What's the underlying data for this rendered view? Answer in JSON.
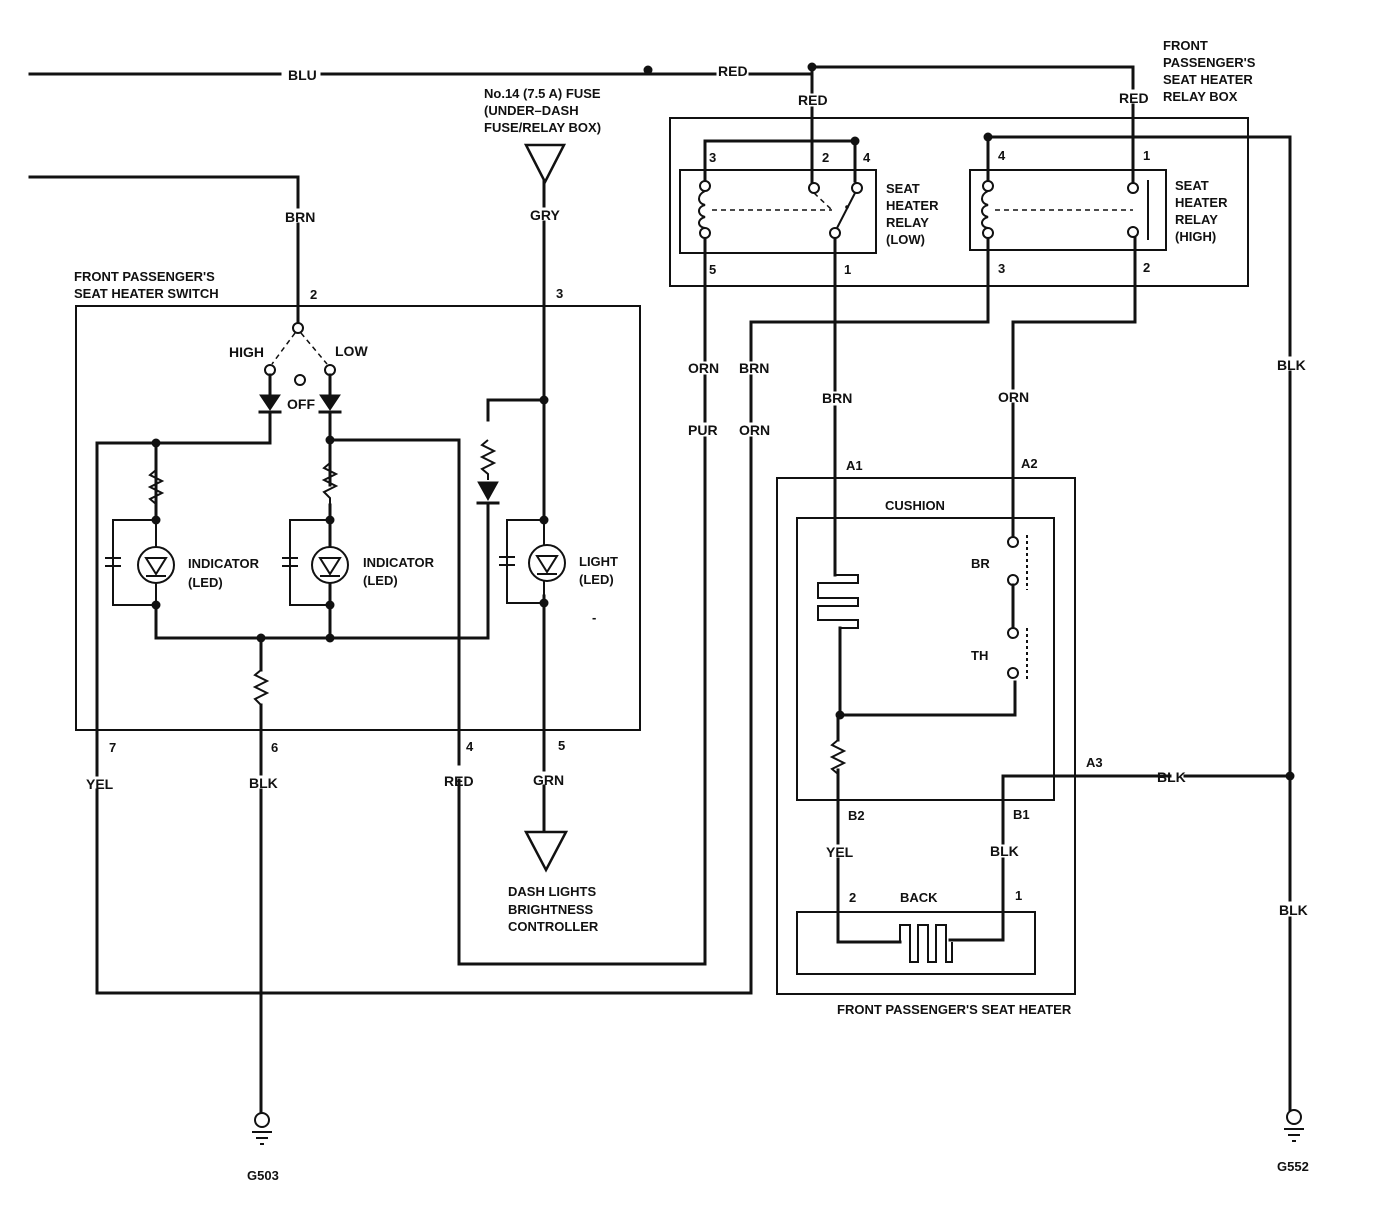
{
  "wire_colors": {
    "blu": "BLU",
    "red_top": "RED",
    "red_relay_low": "RED",
    "red_relay_high": "RED",
    "brn_switch": "BRN",
    "gry": "GRY",
    "orn_relay5": "ORN",
    "pur": "PUR",
    "brn_relay3": "BRN",
    "orn_relay3_lower": "ORN",
    "brn_a1": "BRN",
    "orn_a2": "ORN",
    "blk_right": "BLK",
    "blk_a3": "BLK",
    "blk_lower_right": "BLK",
    "yel_pin7": "YEL",
    "blk_pin6": "BLK",
    "red_pin4": "RED",
    "grn_pin5": "GRN",
    "yel_b2": "YEL",
    "blk_b1": "BLK"
  },
  "fuse": {
    "line1": "No.14 (7.5 A) FUSE",
    "line2": "(UNDER–DASH",
    "line3": "FUSE/RELAY BOX)"
  },
  "relay_box": {
    "title_lines": [
      "FRONT",
      "PASSENGER'S",
      "SEAT HEATER",
      "RELAY BOX"
    ],
    "low_relay_lines": [
      "SEAT",
      "HEATER",
      "RELAY",
      "(LOW)"
    ],
    "high_relay_lines": [
      "SEAT",
      "HEATER",
      "RELAY",
      "(HIGH)"
    ],
    "pins": {
      "l3": "3",
      "l2": "2",
      "l4": "4",
      "l5": "5",
      "l1": "1",
      "h4": "4",
      "h1": "1",
      "h3": "3",
      "h2": "2"
    }
  },
  "switch": {
    "title_lines": [
      "FRONT PASSENGER'S",
      "SEAT HEATER SWITCH"
    ],
    "high": "HIGH",
    "low": "LOW",
    "off": "OFF",
    "indicator1": [
      "INDICATOR",
      "(LED)"
    ],
    "indicator2": [
      "INDICATOR",
      "(LED)"
    ],
    "light": [
      "LIGHT",
      "(LED)"
    ],
    "dash": "-",
    "pins": {
      "p2": "2",
      "p3": "3",
      "p7": "7",
      "p6": "6",
      "p4": "4",
      "p5": "5"
    }
  },
  "dash_controller": [
    "DASH LIGHTS",
    "BRIGHTNESS",
    "CONTROLLER"
  ],
  "heater": {
    "cushion": "CUSHION",
    "br": "BR",
    "th": "TH",
    "back": "BACK",
    "title": "FRONT PASSENGER'S SEAT HEATER",
    "pins": {
      "a1": "A1",
      "a2": "A2",
      "a3": "A3",
      "b1": "B1",
      "b2": "B2",
      "back2": "2",
      "back1": "1"
    }
  },
  "grounds": {
    "left": "G503",
    "right": "G552"
  }
}
